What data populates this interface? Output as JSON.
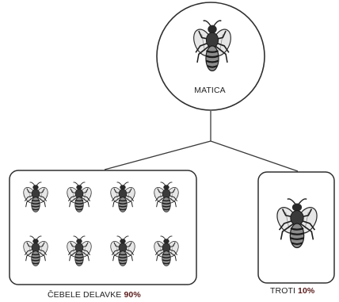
{
  "queen": {
    "label": "MATICA"
  },
  "workers": {
    "label_text": "ČEBELE DELAVKE ",
    "percent": "90%",
    "count": 8
  },
  "drones": {
    "label_text": "TROTI ",
    "percent": "10%",
    "count": 1
  },
  "colors": {
    "line": "#3a3a3a",
    "percent": "#5a1a1a",
    "bee_dark": "#1e1e1e",
    "bee_mid": "#6e6e6e",
    "wing": "#d9d9d9"
  },
  "icons": {
    "queen": "queen-bee-icon",
    "worker": "worker-bee-icon",
    "drone": "drone-bee-icon"
  }
}
